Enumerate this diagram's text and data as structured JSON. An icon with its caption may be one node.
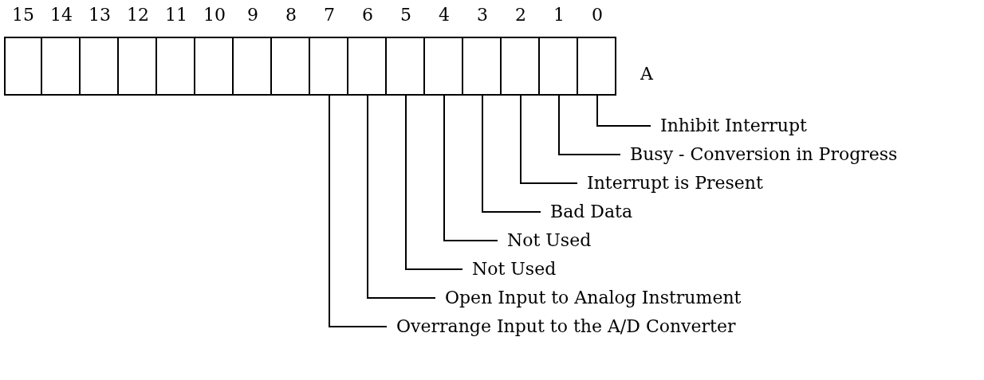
{
  "diagram": {
    "nodes": [
      {
        "text": [],
        "shape": "box",
        "beside": [
          "15"
        ]
      },
      {
        "text": [],
        "shape": "box",
        "beside": [
          "14"
        ]
      },
      {
        "text": [],
        "shape": "box",
        "beside": [
          "13"
        ]
      },
      {
        "text": [],
        "shape": "box",
        "beside": [
          "12"
        ]
      },
      {
        "text": [],
        "shape": "box",
        "beside": [
          "11"
        ]
      },
      {
        "text": [],
        "shape": "box",
        "beside": [
          "10"
        ]
      },
      {
        "text": [],
        "shape": "box",
        "beside": [
          "9"
        ]
      },
      {
        "text": [],
        "shape": "box",
        "beside": [
          "8"
        ]
      },
      {
        "text": [],
        "shape": "box",
        "beside": [
          "7"
        ]
      },
      {
        "text": [],
        "shape": "box",
        "beside": [
          "6"
        ]
      },
      {
        "text": [],
        "shape": "box",
        "beside": [
          "5"
        ]
      },
      {
        "text": [],
        "shape": "box",
        "beside": [
          "4"
        ]
      },
      {
        "text": [],
        "shape": "box",
        "beside": [
          "3"
        ]
      },
      {
        "text": [],
        "shape": "box",
        "beside": [
          "2"
        ]
      },
      {
        "text": [],
        "shape": "box",
        "beside": [
          "1"
        ]
      },
      {
        "text": [],
        "shape": "box",
        "beside": [
          "0"
        ]
      },
      {
        "text": [
          "Inhibit Interrupt"
        ]
      },
      {
        "text": [
          "Busy - Conversion in Progress"
        ]
      },
      {
        "text": [
          "Interrupt is Present"
        ]
      },
      {
        "text": [
          "Bad Data"
        ]
      },
      {
        "text": [
          "Not Used"
        ]
      },
      {
        "text": [
          "Not Used"
        ]
      },
      {
        "text": [
          "Open Input to Analog Instrument"
        ]
      },
      {
        "text": [
          "Overrange Input to the A/D Converter"
        ]
      }
    ],
    "edges": [
      {
        "from": 16,
        "to": 15,
        "arrow": "none"
      },
      {
        "from": 17,
        "to": 14,
        "arrow": "none"
      },
      {
        "from": 18,
        "to": 13,
        "arrow": "none"
      },
      {
        "from": 19,
        "to": 12,
        "arrow": "none"
      },
      {
        "from": 20,
        "to": 11,
        "arrow": "none"
      },
      {
        "from": 21,
        "to": 10,
        "arrow": "none"
      },
      {
        "from": 22,
        "to": 9,
        "arrow": "none"
      },
      {
        "from": 23,
        "to": 8,
        "arrow": "none"
      }
    ],
    "labels": [
      "A"
    ]
  }
}
